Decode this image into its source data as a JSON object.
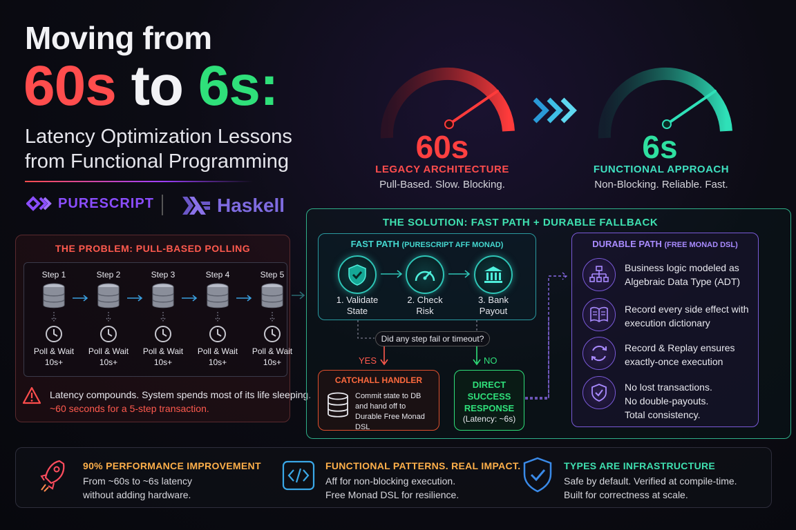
{
  "header": {
    "line1": "Moving from",
    "from_value": "60s",
    "connector": " to ",
    "to_value": "6s:",
    "subtitle_line1": "Latency Optimization Lessons",
    "subtitle_line2": "from Functional Programming"
  },
  "brands": {
    "purescript": "PURESCRIPT",
    "haskell": "Haskell"
  },
  "legacy_gauge": {
    "value": "60s",
    "title": "LEGACY ARCHITECTURE",
    "description": "Pull-Based. Slow. Blocking.",
    "color": "#ff4d4d"
  },
  "functional_gauge": {
    "value": "6s",
    "title": "FUNCTIONAL APPROACH",
    "description": "Non-Blocking. Reliable. Fast.",
    "color": "#2fe07a"
  },
  "problem": {
    "title": "THE PROBLEM: PULL-BASED POLLING",
    "steps": [
      {
        "label": "Step 1",
        "wait_line1": "Poll & Wait",
        "wait_line2": "10s+"
      },
      {
        "label": "Step 2",
        "wait_line1": "Poll & Wait",
        "wait_line2": "10s+"
      },
      {
        "label": "Step 3",
        "wait_line1": "Poll & Wait",
        "wait_line2": "10s+"
      },
      {
        "label": "Step 4",
        "wait_line1": "Poll & Wait",
        "wait_line2": "10s+"
      },
      {
        "label": "Step 5",
        "wait_line1": "Poll & Wait",
        "wait_line2": "10s+"
      }
    ],
    "warning_line1": "Latency compounds. System spends most of its life sleeping.",
    "warning_line2": "~60 seconds for a 5-step transaction."
  },
  "solution": {
    "title": "THE SOLUTION: FAST PATH + DURABLE FALLBACK",
    "fast_path": {
      "title": "FAST PATH",
      "subtitle": "(PURESCRIPT AFF MONAD)",
      "steps": [
        {
          "line1": "1. Validate",
          "line2": "State",
          "icon": "shield-check-icon"
        },
        {
          "line1": "2. Check",
          "line2": "Risk",
          "icon": "speedometer-icon"
        },
        {
          "line1": "3. Bank",
          "line2": "Payout",
          "icon": "bank-icon"
        }
      ]
    },
    "question": "Did any step fail or timeout?",
    "yes_label": "YES",
    "no_label": "NO",
    "catchall": {
      "title": "CATCHALL HANDLER",
      "line1": "Commit state to DB",
      "line2": "and hand off to",
      "line3": "Durable Free Monad DSL"
    },
    "direct": {
      "line1": "DIRECT",
      "line2": "SUCCESS",
      "line3": "RESPONSE",
      "latency": "(Latency: ~6s)"
    },
    "durable_path": {
      "title": "DURABLE PATH",
      "subtitle": "(FREE MONAD DSL)",
      "items": [
        {
          "line1": "Business logic modeled as",
          "line2": "Algebraic Data Type (ADT)",
          "line3": "",
          "icon": "hierarchy-icon"
        },
        {
          "line1": "Record every side effect with",
          "line2": "execution dictionary",
          "line3": "",
          "icon": "book-icon"
        },
        {
          "line1": "Record & Replay ensures",
          "line2": "exactly-once execution",
          "line3": "",
          "icon": "replay-icon"
        },
        {
          "line1": "No lost transactions.",
          "line2": "No double-payouts.",
          "line3": "Total consistency.",
          "icon": "shield-check-icon"
        }
      ]
    }
  },
  "footer": [
    {
      "title": "90% PERFORMANCE IMPROVEMENT",
      "line1": "From ~60s to ~6s latency",
      "line2": "without adding hardware.",
      "color": "#ffb04a",
      "icon": "rocket-icon"
    },
    {
      "title": "FUNCTIONAL PATTERNS. REAL IMPACT.",
      "line1": "Aff for non-blocking execution.",
      "line2": "Free Monad DSL for resilience.",
      "color": "#ffb04a",
      "icon": "code-icon"
    },
    {
      "title": "TYPES ARE INFRASTRUCTURE",
      "line1": "Safe by default. Verified at compile-time.",
      "line2": "Built for correctness at scale.",
      "color": "#3fe0b0",
      "icon": "shield-check-icon"
    }
  ]
}
